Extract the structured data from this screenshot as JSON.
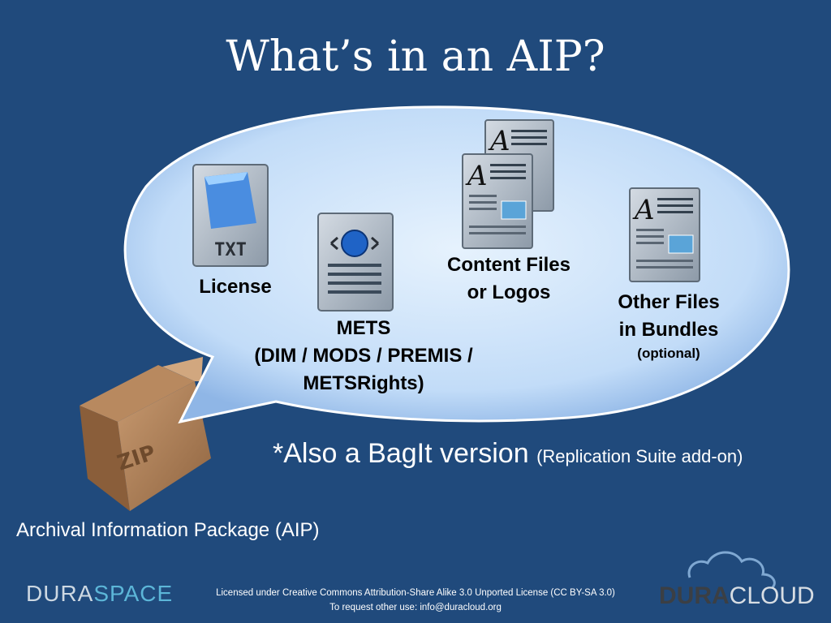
{
  "title": "What’s in an AIP?",
  "items": {
    "license": "License",
    "content_line1": "Content Files",
    "content_line2": "or Logos",
    "mets_line1": "METS",
    "mets_line2": "(DIM / MODS / PREMIS /",
    "mets_line3": "METSRights)",
    "other_line1": "Other Files",
    "other_line2": "in Bundles",
    "other_optional": "(optional)"
  },
  "txt_icon_label": "TXT",
  "zip_box_label": "ZIP",
  "bagit": {
    "main": "*Also a BagIt version",
    "sub": "(Replication Suite add-on)"
  },
  "aip_caption": "Archival Information Package (AIP)",
  "footer": {
    "license_line1": "Licensed under Creative Commons Attribution-Share Alike 3.0 Unported License (CC BY-SA 3.0)",
    "license_line2": "To request other use: info@duracloud.org"
  },
  "logos": {
    "duraspace_part1": "DURA",
    "duraspace_part2": "SPACE",
    "duracloud_part1": "DURA",
    "duracloud_part2": "CLOUD"
  },
  "colors": {
    "background": "#204a7c",
    "bubble": "#c9e2fb",
    "text": "#000000"
  }
}
